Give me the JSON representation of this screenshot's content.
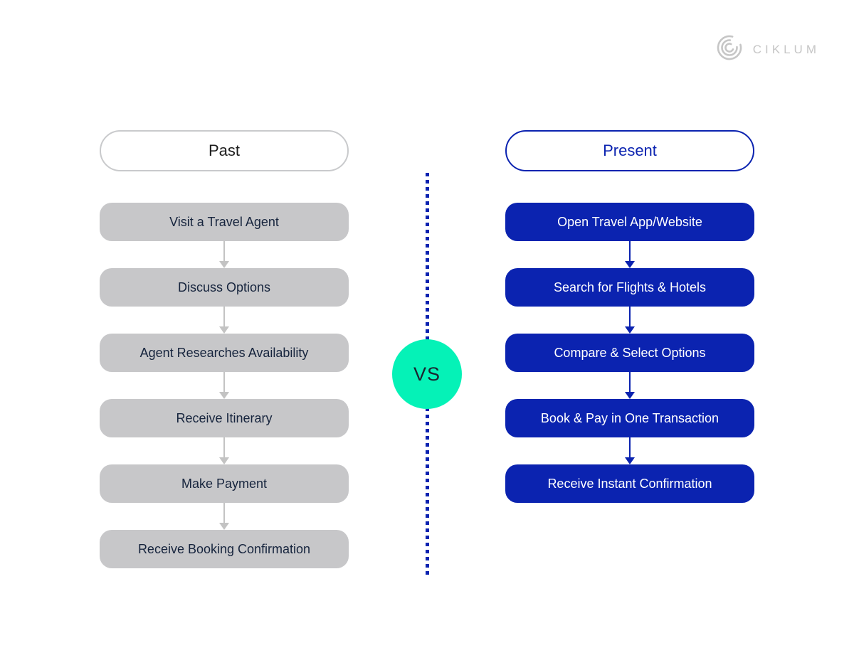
{
  "logo": {
    "brand": "CIKLUM",
    "mark_icon": "ciklum-concentric-c-arcs"
  },
  "colors": {
    "brand_blue": "#0B23B0",
    "gray_box": "#C7C7C9",
    "gray_border": "#C9CACC",
    "mint_green": "#05F2B7",
    "dark_navy_text": "#16243D",
    "logo_gray": "#C6C6C6",
    "arrow_gray": "#C3C3C3"
  },
  "left_column": {
    "header": "Past",
    "steps": [
      "Visit a Travel Agent",
      "Discuss Options",
      "Agent Researches Availability",
      "Receive Itinerary",
      "Make Payment",
      "Receive Booking Confirmation"
    ]
  },
  "right_column": {
    "header": "Present",
    "steps": [
      "Open Travel App/Website",
      "Search for Flights & Hotels",
      "Compare & Select Options",
      "Book & Pay in One Transaction",
      "Receive Instant Confirmation"
    ]
  },
  "divider": {
    "vs_label": "VS"
  }
}
